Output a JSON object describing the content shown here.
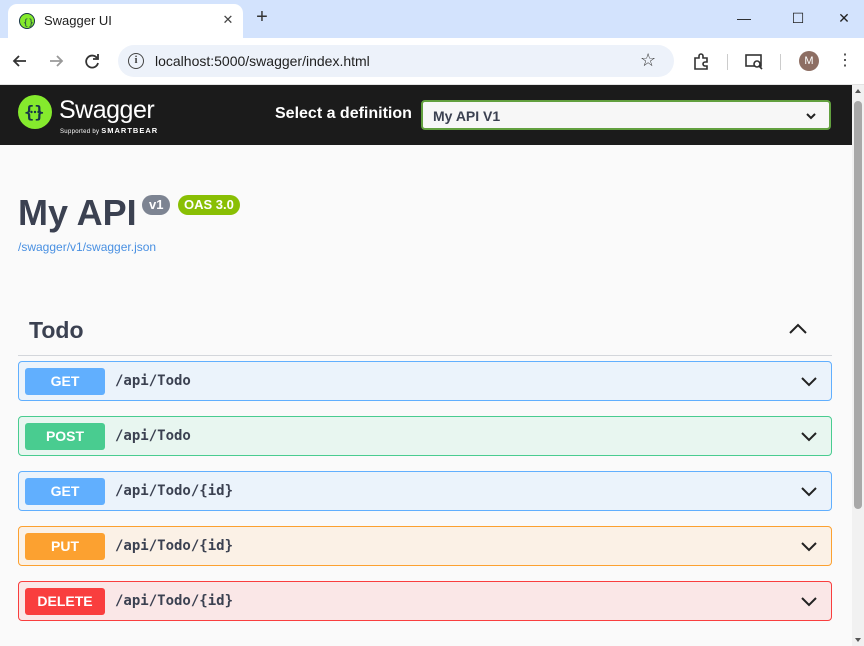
{
  "browser": {
    "tab_title": "Swagger UI",
    "tab_close": "✕",
    "new_tab": "+",
    "url": "localhost:5000/swagger/index.html",
    "profile_initial": "M",
    "window_controls": {
      "minimize": "—",
      "maximize": "☐",
      "close": "✕"
    }
  },
  "swagger": {
    "logo_text": "Swagger",
    "logo_sub_prefix": "Supported by",
    "logo_sub_brand": "SMARTBEAR",
    "definition_label": "Select a definition",
    "definition_selected": "My API V1"
  },
  "info": {
    "title": "My API",
    "version_badge": "v1",
    "oas_badge": "OAS 3.0",
    "spec_link": "/swagger/v1/swagger.json"
  },
  "tag": {
    "name": "Todo",
    "operations": [
      {
        "method": "GET",
        "path": "/api/Todo"
      },
      {
        "method": "POST",
        "path": "/api/Todo"
      },
      {
        "method": "GET",
        "path": "/api/Todo/{id}"
      },
      {
        "method": "PUT",
        "path": "/api/Todo/{id}"
      },
      {
        "method": "DELETE",
        "path": "/api/Todo/{id}"
      }
    ]
  },
  "colors": {
    "get": "#61affe",
    "post": "#49cc90",
    "put": "#fca130",
    "delete": "#f93e3e",
    "brand_green": "#85ea2d",
    "topbar": "#1b1b1b"
  }
}
